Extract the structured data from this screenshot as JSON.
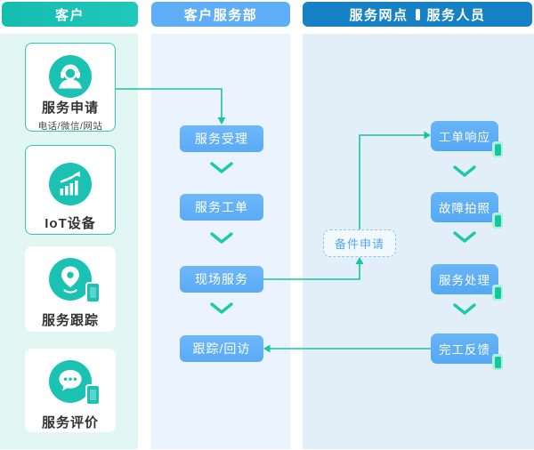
{
  "diagram": {
    "columns": [
      {
        "header": "客户",
        "cards": [
          {
            "label": "服务申请",
            "subtitle": "电话/微信/网站",
            "icon": "headset-agent-icon"
          },
          {
            "label": "IoT设备",
            "icon": "growth-chart-icon"
          },
          {
            "label": "服务跟踪",
            "icon": "location-pin-icon"
          },
          {
            "label": "服务评价",
            "icon": "chat-bubble-icon"
          }
        ]
      },
      {
        "header": "客户服务部",
        "steps": [
          {
            "label": "服务受理"
          },
          {
            "label": "服务工单"
          },
          {
            "label": "现场服务"
          },
          {
            "label": "跟踪/回访"
          }
        ]
      },
      {
        "header_left": "服务网点",
        "header_right": "服务人员",
        "steps": [
          {
            "label": "工单响应"
          },
          {
            "label": "故障拍照"
          },
          {
            "label": "服务处理"
          },
          {
            "label": "完工反馈"
          }
        ]
      }
    ],
    "floating_box": {
      "label": "备件申请"
    }
  },
  "colors": {
    "teal_header": "#1ac0b2",
    "blue_header_light": "#5faef7",
    "blue_header_dark": "#1682c5",
    "step_box_blue": "#5eadf6",
    "connector_teal": "#18c5a2",
    "column_bg_mint": "#e2f6f3",
    "column_bg_blue": "#ebf4fe",
    "column_bg_cyan": "#e2eff8",
    "icon_circle_teal": "#1bc2b3",
    "phone_badge_green": "#0fc9a1"
  }
}
